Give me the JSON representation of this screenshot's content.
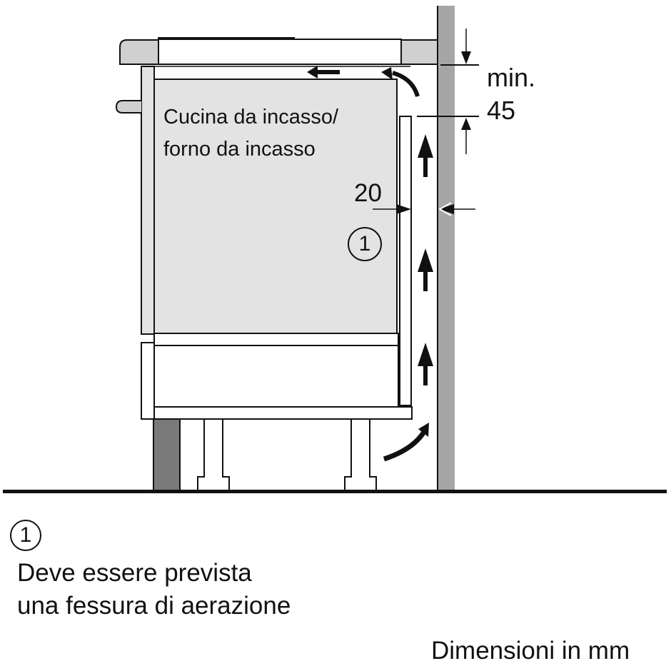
{
  "diagram": {
    "appliance_label": [
      "Cucina da incasso/",
      "forno da incasso"
    ],
    "clearance_top": {
      "line1": "min.",
      "line2": "45"
    },
    "gap_dimension": "20",
    "callout_marker": "1",
    "legend": {
      "marker": "1",
      "text": [
        "Deve essere prevista",
        "una fessura di aerazione"
      ]
    },
    "units_note": "Dimensioni in mm",
    "colors": {
      "wall": "#a6a6a6",
      "appliance_fill": "#e3e3e3",
      "worktop": "#d0d0d0",
      "plinth": "#7a7a7a",
      "line": "#111111"
    }
  }
}
